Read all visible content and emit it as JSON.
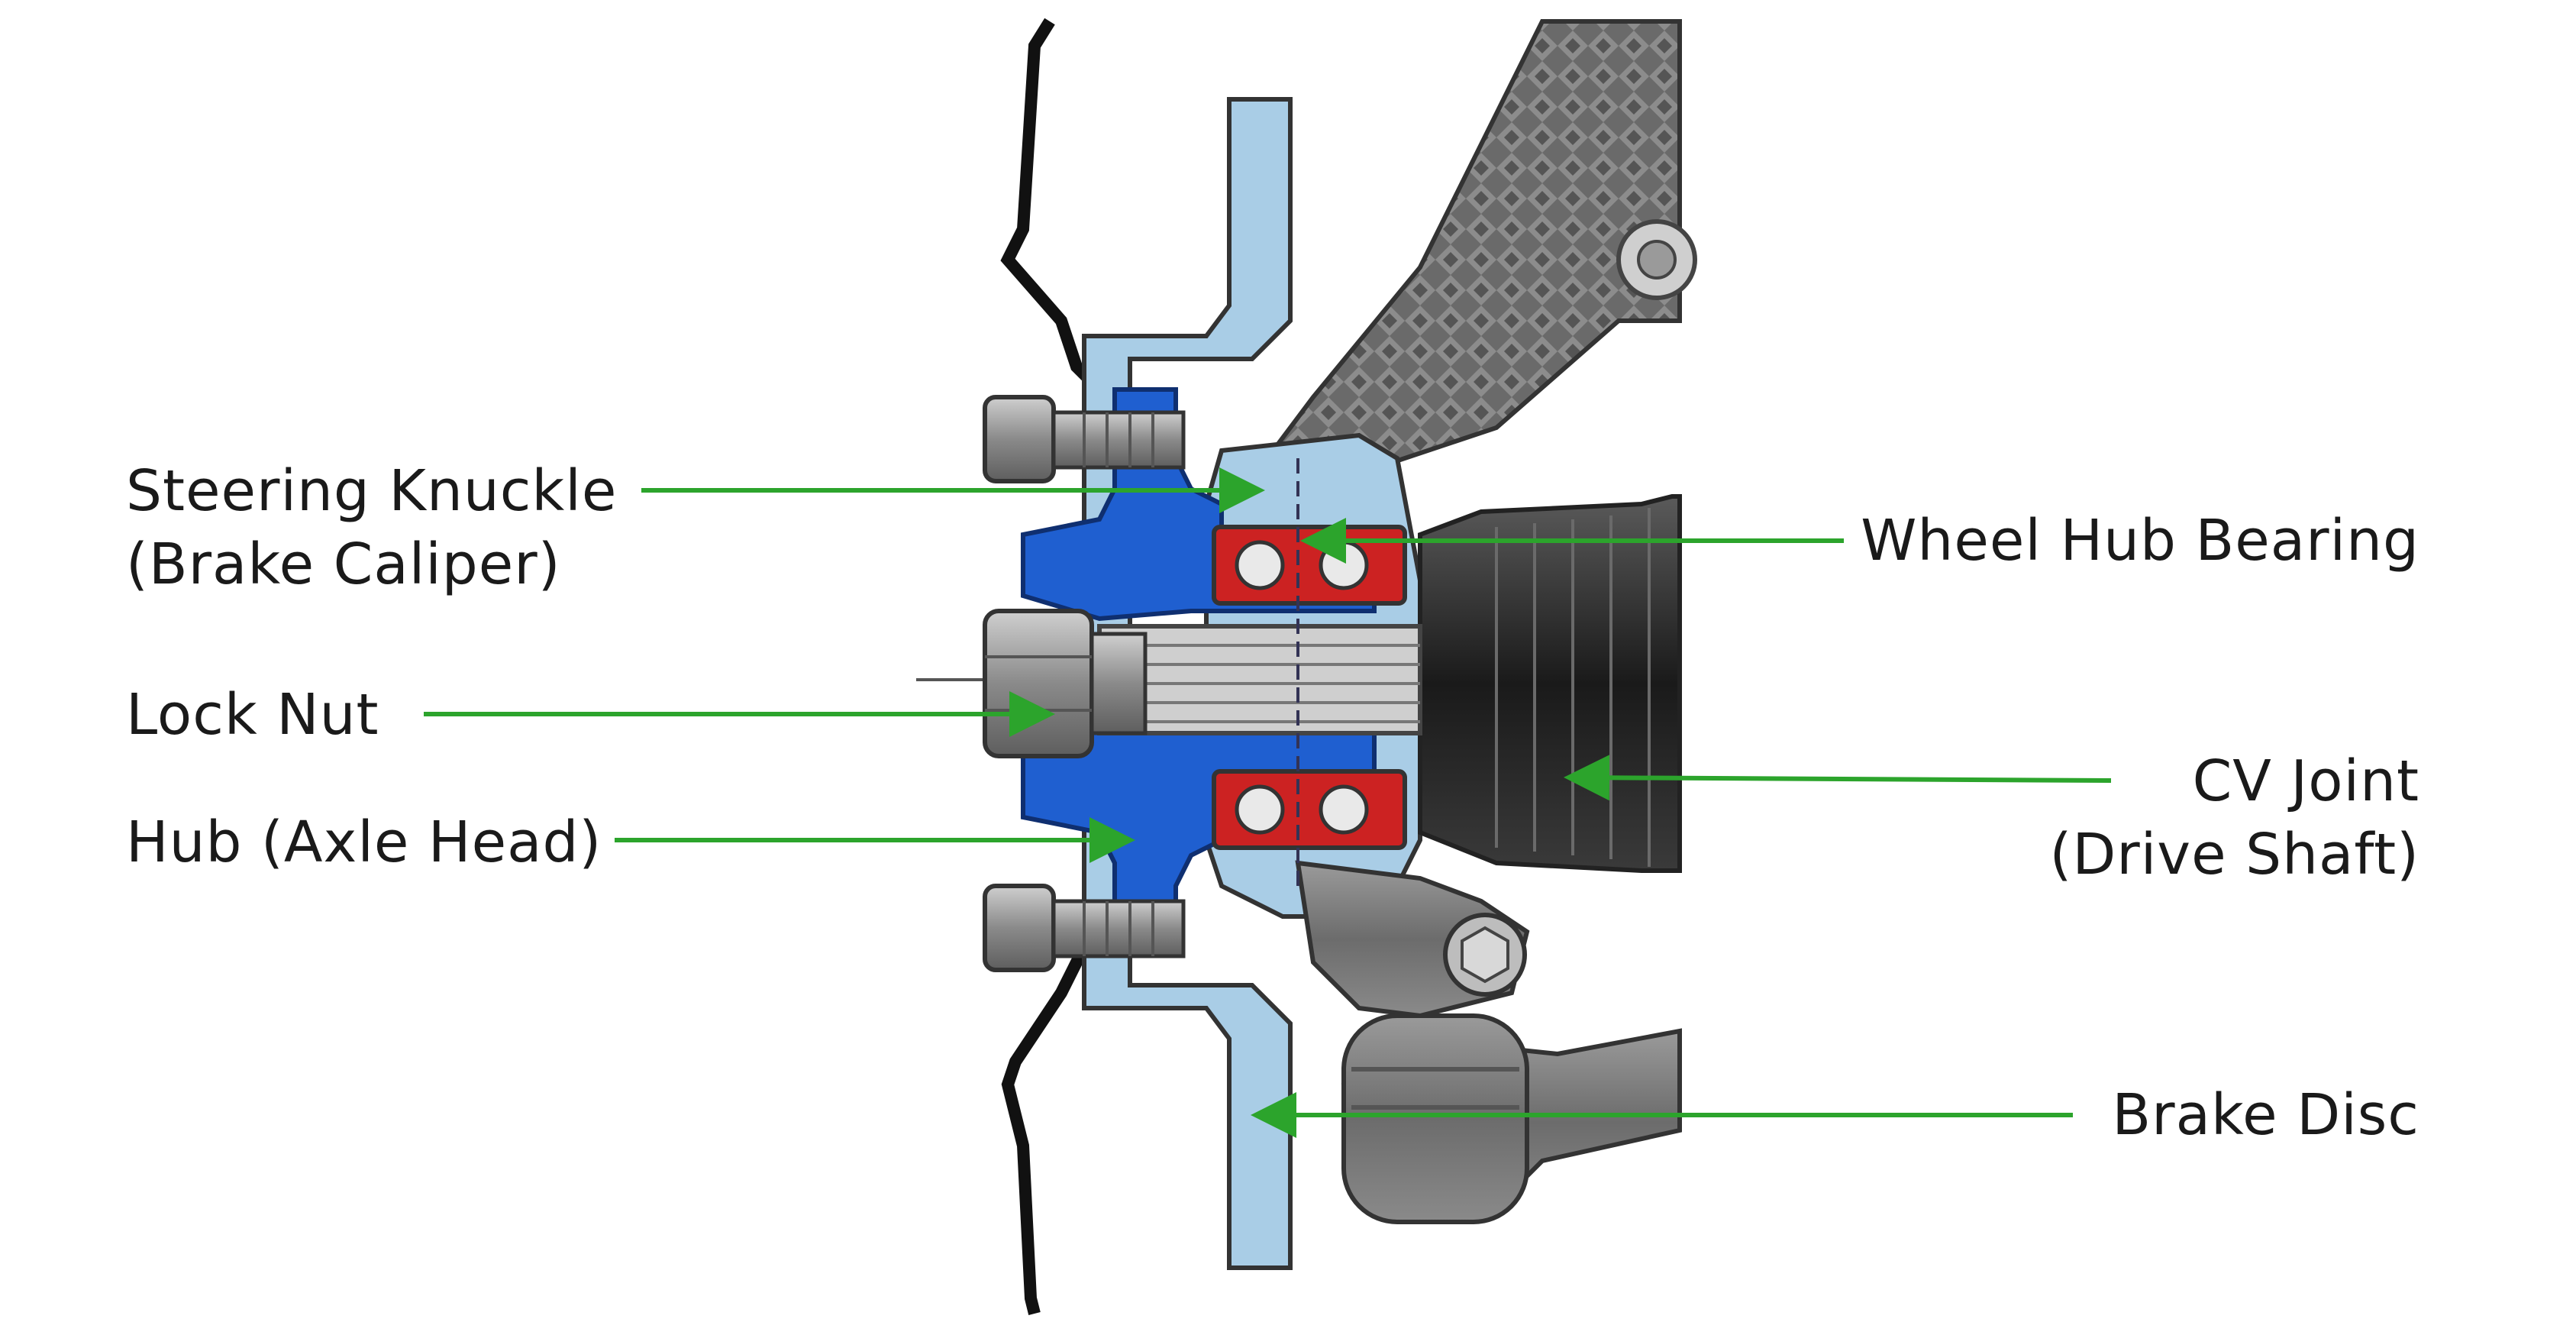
{
  "labels": {
    "steering_knuckle": {
      "line1": "Steering Knuckle",
      "line2": "(Brake Caliper)"
    },
    "lock_nut": "Lock Nut",
    "hub": "Hub (Axle Head)",
    "wheel_hub_bearing": "Wheel Hub Bearing",
    "cv_joint": {
      "line1": "CV Joint",
      "line2": "(Drive Shaft)"
    },
    "brake_disc": "Brake Disc"
  },
  "colors": {
    "arrow": "#2ca42c",
    "hub": "#1f5fd0",
    "knuckle_light": "#a9cde6",
    "bearing": "#cc2222",
    "cv_joint": "#2a2a2a",
    "arm": "#777777",
    "tire": "#111111"
  }
}
